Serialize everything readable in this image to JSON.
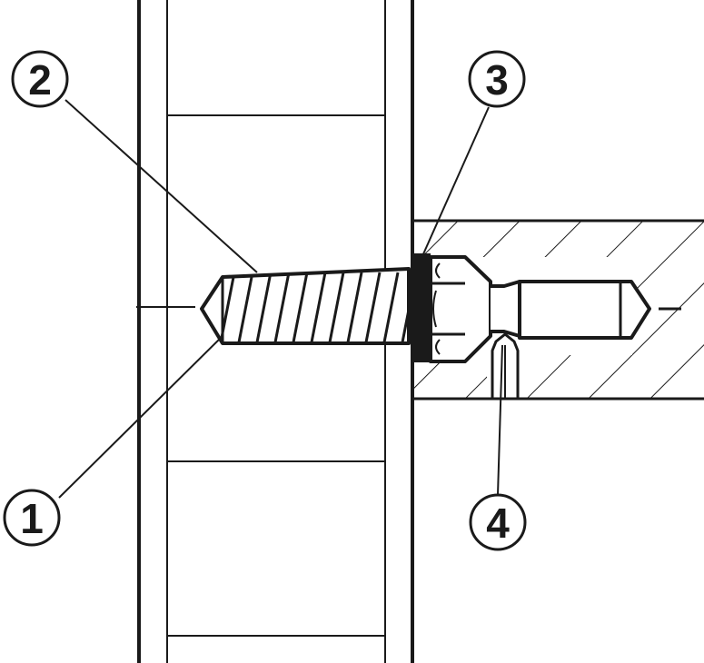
{
  "callouts": [
    {
      "id": "callout-1",
      "label": "1"
    },
    {
      "id": "callout-2",
      "label": "2"
    },
    {
      "id": "callout-3",
      "label": "3"
    },
    {
      "id": "callout-4",
      "label": "4"
    }
  ],
  "colors": {
    "stroke": "#1a1a1a",
    "background": "#ffffff"
  }
}
